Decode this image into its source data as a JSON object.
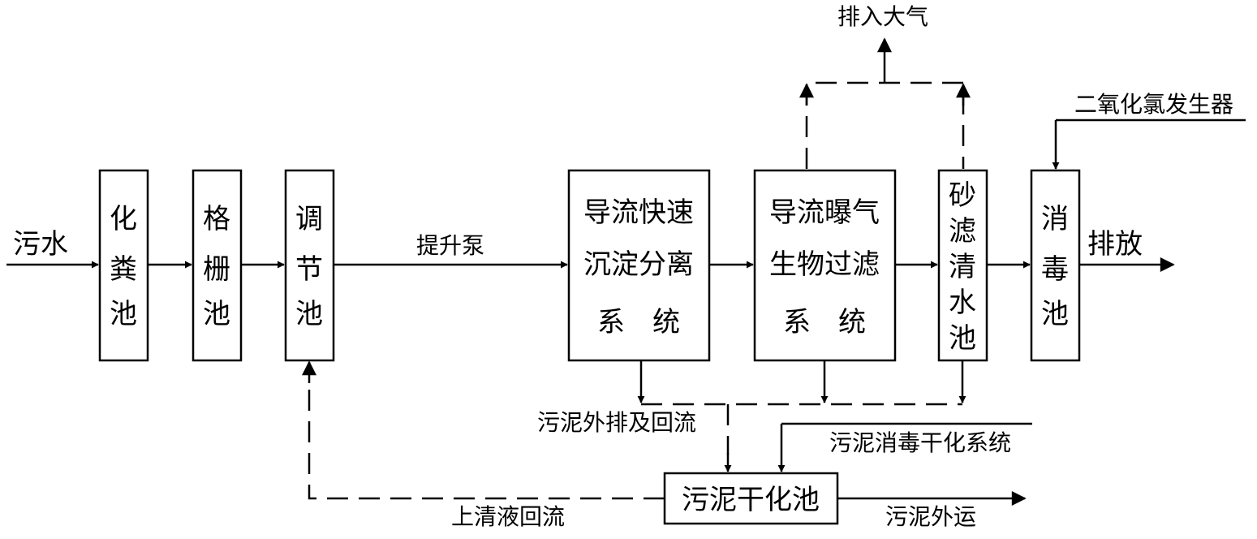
{
  "nodes": {
    "septic_tank": [
      "化",
      "粪",
      "池"
    ],
    "grid_tank": [
      "格",
      "栅",
      "池"
    ],
    "adjust_tank": [
      "调",
      "节",
      "池"
    ],
    "sedimentation_system": [
      "导流快速",
      "沉淀分离",
      "系　统"
    ],
    "aeration_system": [
      "导流曝气",
      "生物过滤",
      "系　统"
    ],
    "sand_filter_tank": [
      "砂",
      "滤",
      "清",
      "水",
      "池"
    ],
    "disinfect_tank": [
      "消",
      "毒",
      "池"
    ],
    "sludge_dry_tank": "污泥干化池"
  },
  "labels": {
    "sewage_in": "污水",
    "lift_pump": "提升泵",
    "air_out": "排入大气",
    "chlorine_dioxide": "二氧化氯发生器",
    "discharge": "排放",
    "sludge_discharge_return": "污泥外排及回流",
    "sludge_disinfect_dry": "污泥消毒干化系统",
    "supernatant_return": "上清液回流",
    "sludge_transport": "污泥外运"
  }
}
